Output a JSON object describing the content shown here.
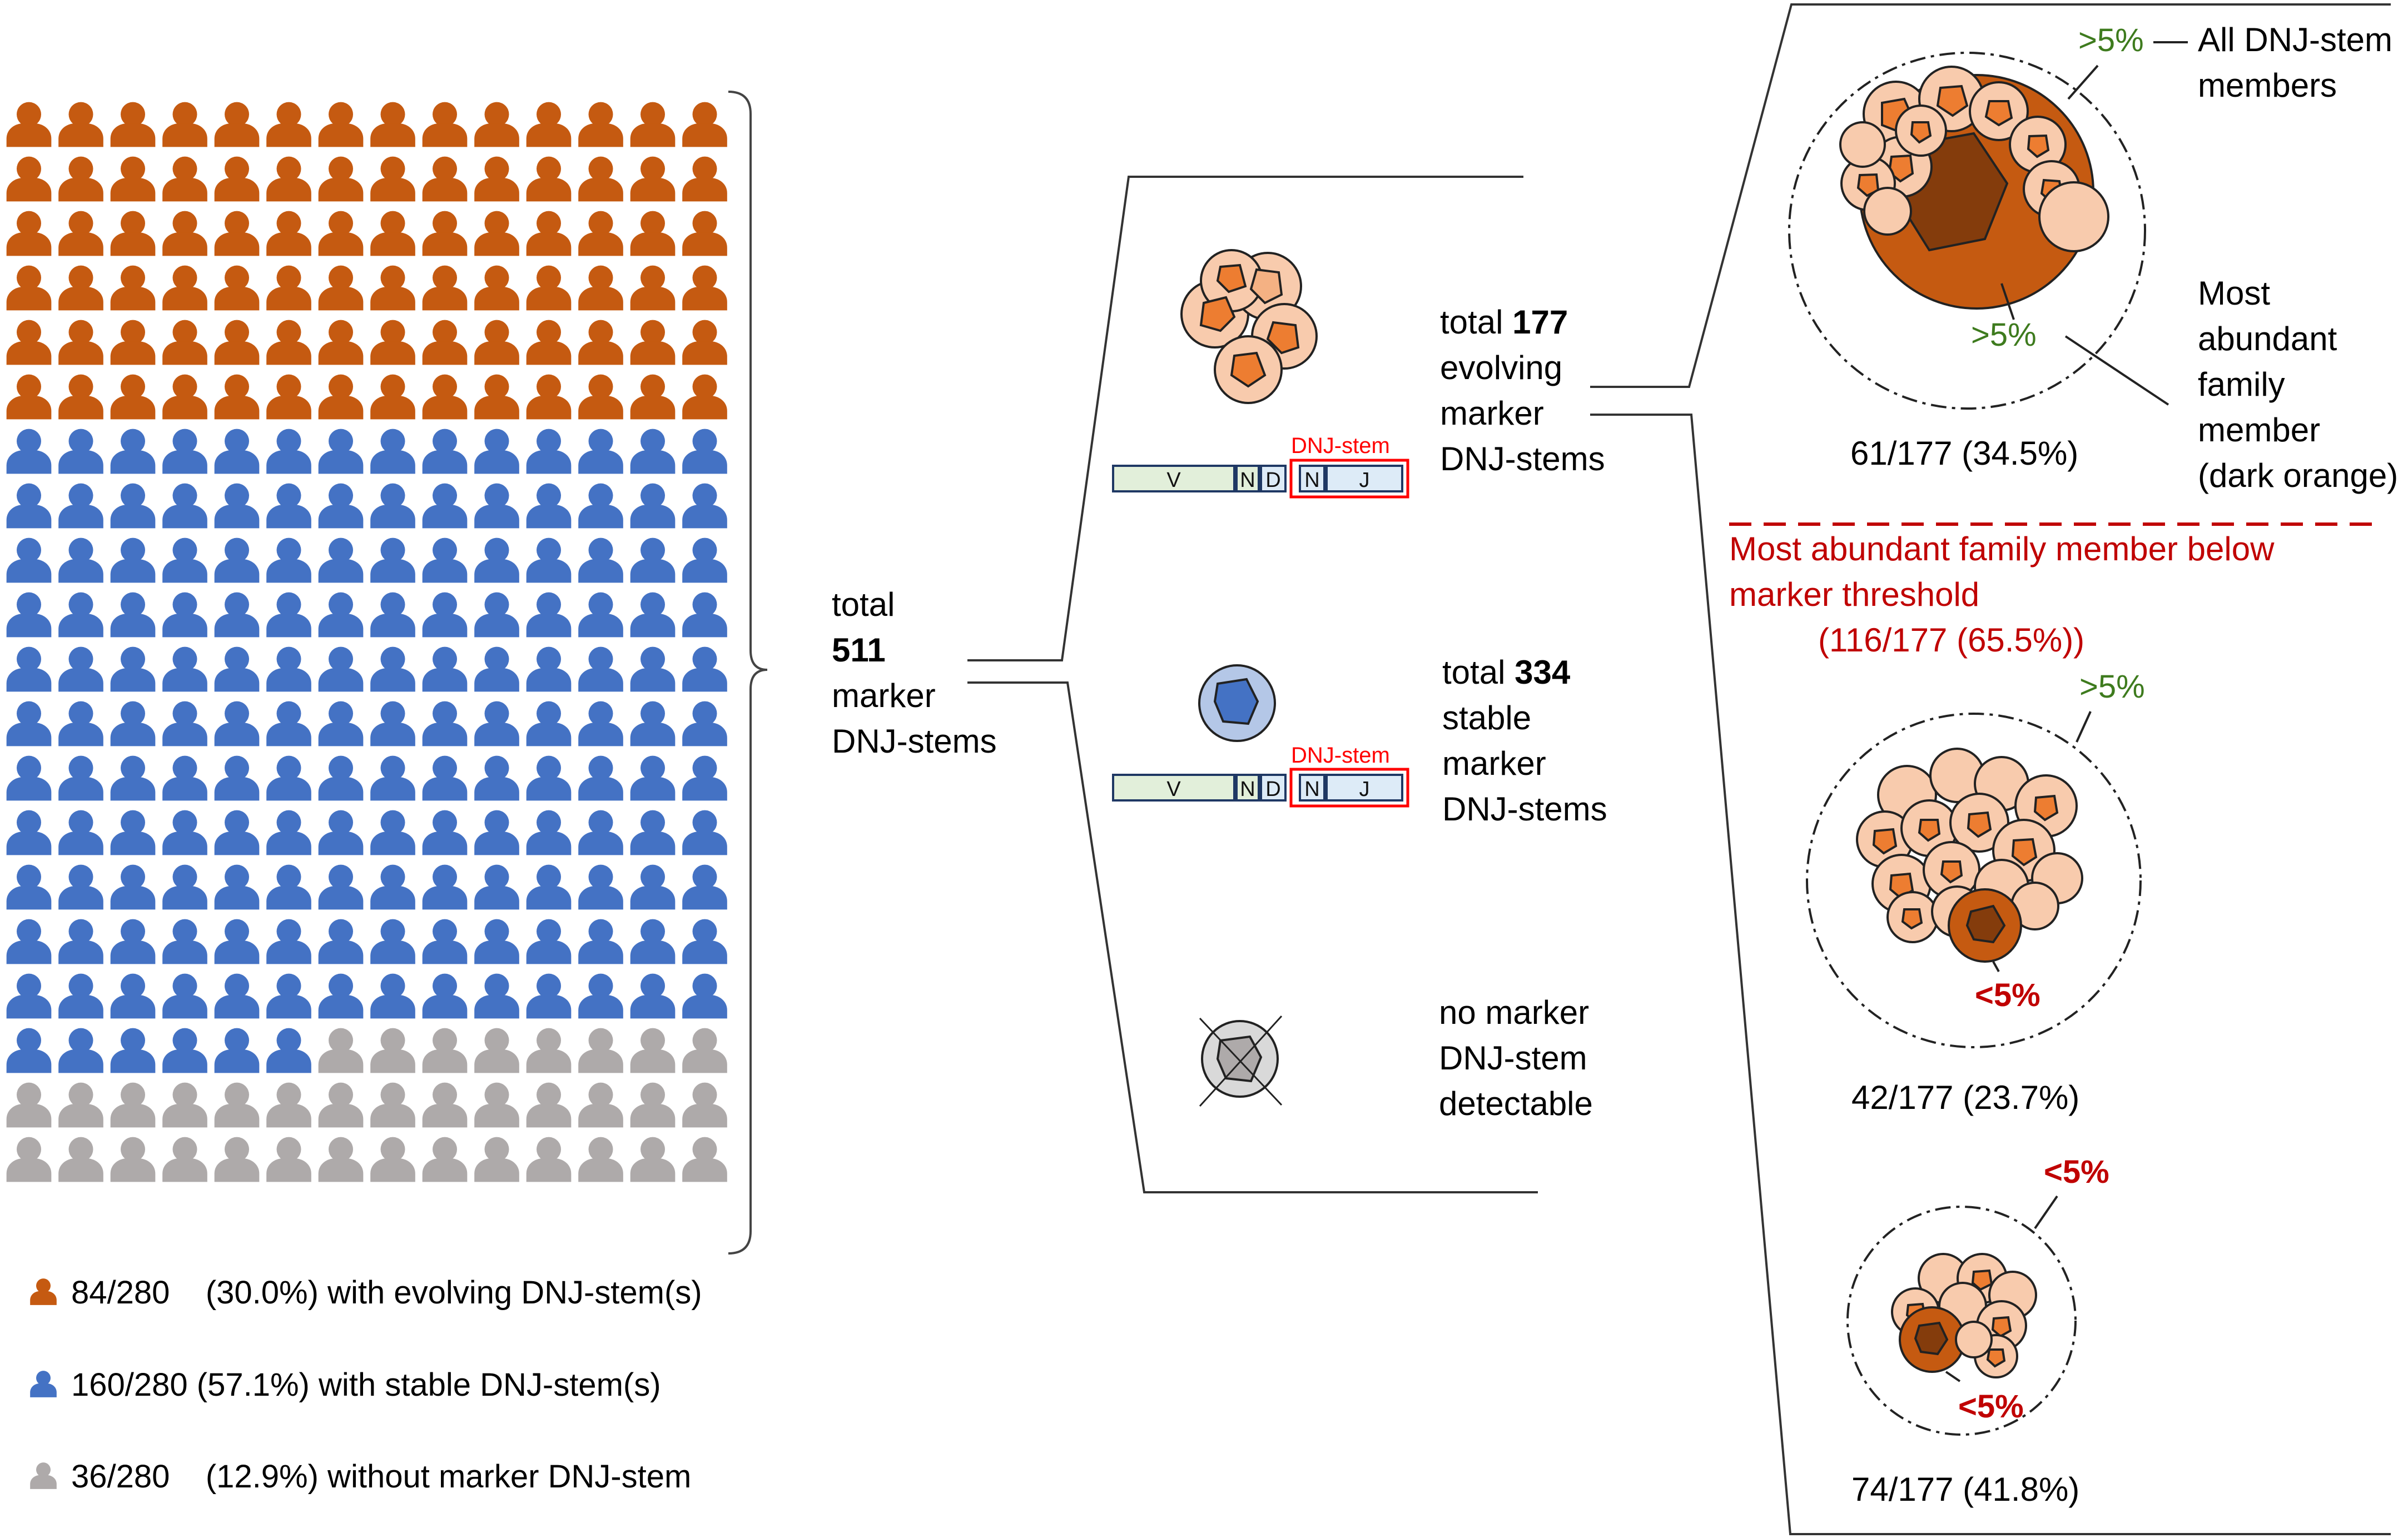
{
  "colors": {
    "evolving": "#C55A11",
    "stable": "#4472C4",
    "none": "#AEAAAA",
    "light_orange": "#F8CBAD",
    "mid_orange": "#ED7D31",
    "dark_orange": "#843C0C",
    "threshold_red": "#C00000",
    "above_green": "#3E7B1E",
    "v_segment": "#E2EFDA",
    "dj_segment": "#DDEBF7",
    "stem_box": "#FF0000"
  },
  "patients": {
    "total": 280,
    "columns": 14,
    "groups": [
      {
        "key": "evolving",
        "count": 84,
        "label": "84/280    (30.0%) with evolving DNJ-stem(s)"
      },
      {
        "key": "stable",
        "count": 160,
        "label": "160/280 (57.1%) with stable DNJ-stem(s)"
      },
      {
        "key": "none",
        "count": 36,
        "label": "36/280    (12.9%) without marker DNJ-stem"
      }
    ]
  },
  "root": {
    "line1": "total",
    "number": "511",
    "line3": "marker",
    "line4": "DNJ-stems"
  },
  "evolving_branch": {
    "prefix": "total ",
    "number": "177",
    "line2": "evolving",
    "line3": "marker",
    "line4": "DNJ-stems"
  },
  "stable_branch": {
    "prefix": "total ",
    "number": "334",
    "line2": "stable",
    "line3": "marker",
    "line4": "DNJ-stems"
  },
  "none_branch": {
    "line1": "no marker",
    "line2": "DNJ-stem",
    "line3": "detectable"
  },
  "gene_segments": {
    "v": "V",
    "n": "N",
    "d": "D",
    "n2": "N",
    "j": "J",
    "stem_label": "DNJ-stem"
  },
  "panel_a": {
    "above_top": ">5%",
    "above_bottom": ">5%",
    "legend_all_1": "All DNJ-stem",
    "legend_all_2": "members",
    "legend_most": [
      "Most",
      "abundant",
      "family",
      "member",
      "(dark orange)"
    ],
    "count": "61/177 (34.5%)"
  },
  "threshold": {
    "line1": "Most abundant family member below",
    "line2": "marker threshold",
    "line3": "(116/177 (65.5%))"
  },
  "panel_b": {
    "above": ">5%",
    "below": "<5%",
    "count": "42/177 (23.7%)"
  },
  "panel_c": {
    "below_top": "<5%",
    "below_bottom": "<5%",
    "count": "74/177 (41.8%)"
  }
}
